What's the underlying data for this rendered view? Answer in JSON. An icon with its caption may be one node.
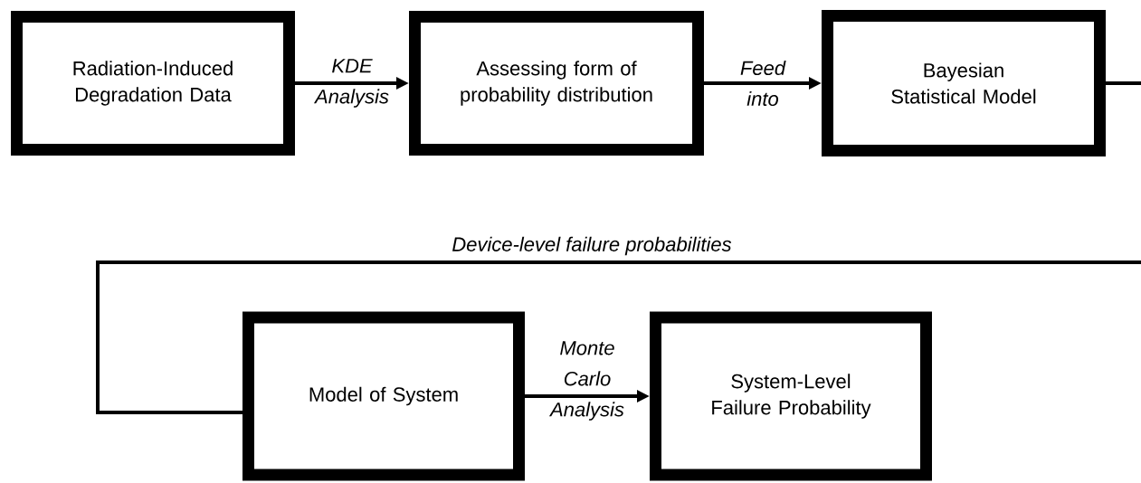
{
  "diagram": {
    "nodes": [
      {
        "text": [
          "Radiation-Induced Degradation Data"
        ]
      },
      {
        "text": [
          "Assessing form of probability distribution"
        ]
      },
      {
        "text": [
          "Bayesian Statistical Model"
        ]
      },
      {
        "text": [
          "Model of System"
        ]
      },
      {
        "text": [
          "System-Level Failure Probability"
        ]
      }
    ],
    "edges": [
      {
        "from": 0,
        "to": 1,
        "arrow": "to",
        "label": "KDE Analysis"
      },
      {
        "from": 1,
        "to": 2,
        "arrow": "to",
        "label": "Feed into"
      },
      {
        "from": 2,
        "to": 3,
        "arrow": "none",
        "label": "Device-level failure probabilities"
      },
      {
        "from": 3,
        "to": 4,
        "arrow": "to",
        "label": "Monte Carlo Analysis"
      }
    ]
  }
}
